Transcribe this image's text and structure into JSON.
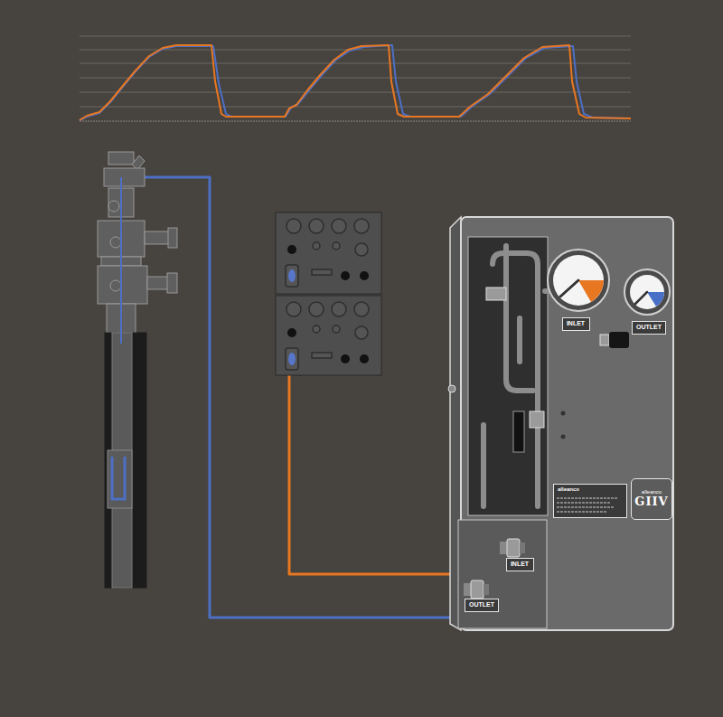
{
  "diagram": {
    "nodes": [
      {
        "text": [
          "INLET"
        ]
      },
      {
        "text": [
          "OUTLET"
        ]
      },
      {
        "text": [
          "alleanco"
        ]
      },
      {
        "text": [
          "alleanco",
          "GIIV"
        ]
      },
      {
        "text": [
          "INLET"
        ]
      },
      {
        "text": [
          "OUTLET"
        ]
      }
    ]
  }
}
